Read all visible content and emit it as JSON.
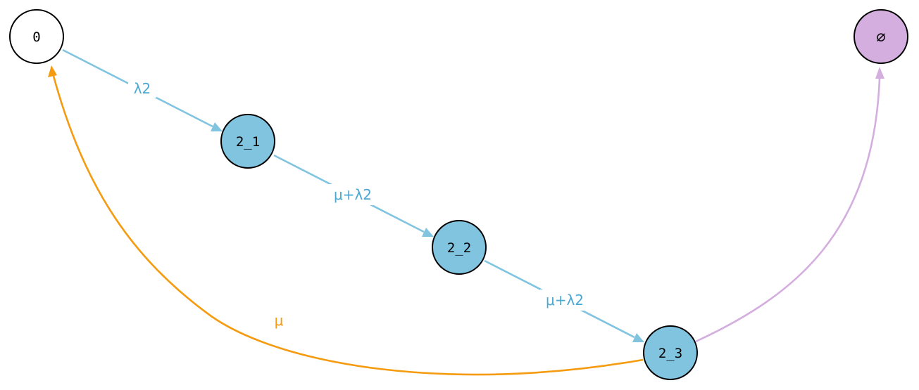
{
  "colors": {
    "background": "#ffffff",
    "outline": "#000000",
    "state_fill": "#80c4e0",
    "state_edge": "#80c4e0",
    "state_edge_label": "#4aa8d2",
    "absorbing_fill": "#d4aede",
    "absorbing_edge": "#d4aede",
    "return_edge": "#f59b10",
    "return_edge_label": "#f59b10",
    "start_fill": "#ffffff"
  },
  "nodes": {
    "start": {
      "label": "0"
    },
    "s2_1": {
      "label": "2_1"
    },
    "s2_2": {
      "label": "2_2"
    },
    "s2_3": {
      "label": "2_3"
    },
    "absorbing": {
      "label": "∅"
    }
  },
  "edges": {
    "start_to_2_1": {
      "label": "λ2"
    },
    "s2_1_to_2_2": {
      "label": "μ+λ2"
    },
    "s2_2_to_2_3": {
      "label": "μ+λ2"
    },
    "s2_3_to_start": {
      "label": "μ"
    },
    "s2_3_to_absorbing": {
      "label": ""
    }
  }
}
